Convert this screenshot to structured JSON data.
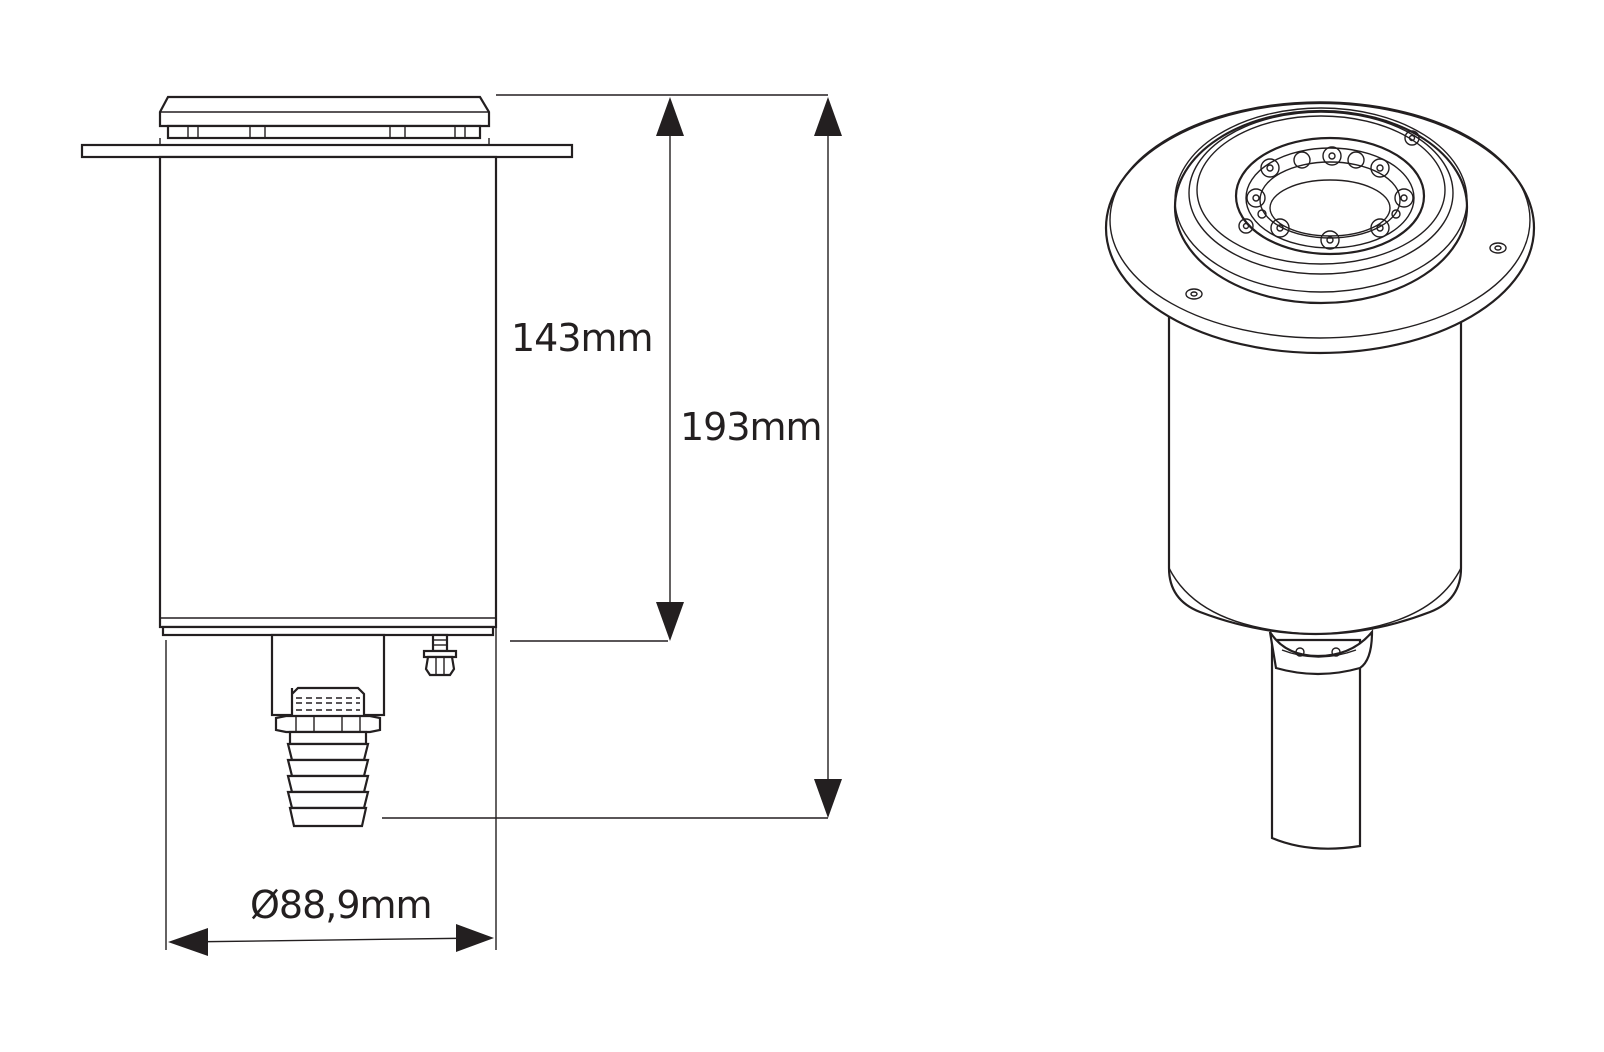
{
  "dimensions": {
    "height_body": "143mm",
    "height_total": "193mm",
    "diameter": "Ø88,9mm"
  },
  "colors": {
    "line": "#231f20",
    "background": "#ffffff"
  }
}
